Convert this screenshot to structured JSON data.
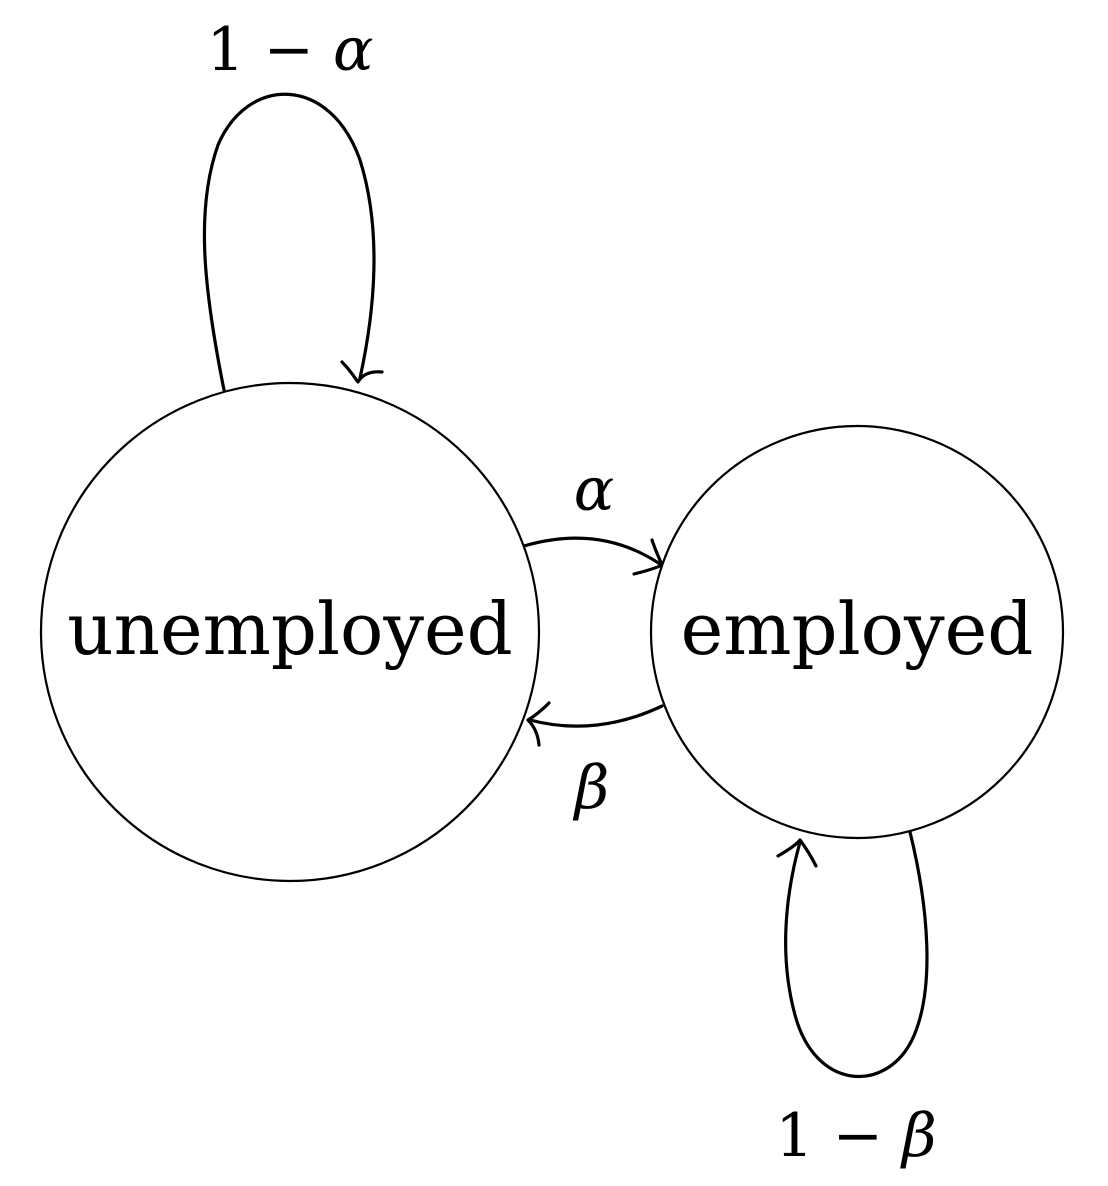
{
  "nodes": {
    "unemployed": {
      "label": "unemployed"
    },
    "employed": {
      "label": "employed"
    }
  },
  "edges": {
    "unemployed_self": {
      "prefix": "1 − ",
      "symbol": "α"
    },
    "unemployed_to_employed": {
      "symbol": "α"
    },
    "employed_to_unemployed": {
      "symbol": "β"
    },
    "employed_self": {
      "prefix": "1 − ",
      "symbol": "β"
    }
  }
}
